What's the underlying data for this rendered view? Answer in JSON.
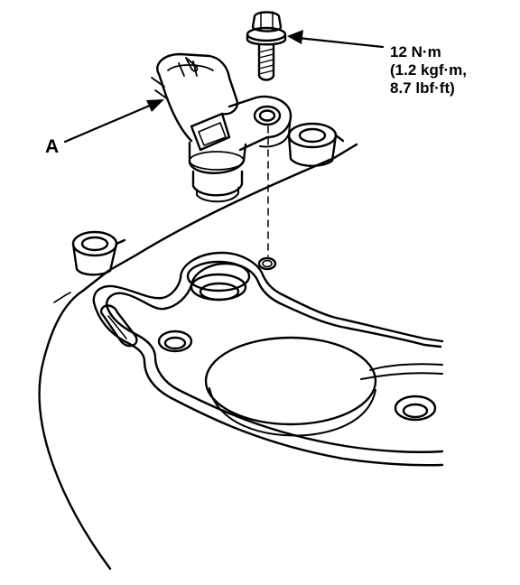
{
  "callouts": {
    "part_label": "A",
    "torque": {
      "line1": "12 N·m",
      "line2": "(1.2 kgf·m,",
      "line3": "8.7 lbf·ft)"
    }
  }
}
